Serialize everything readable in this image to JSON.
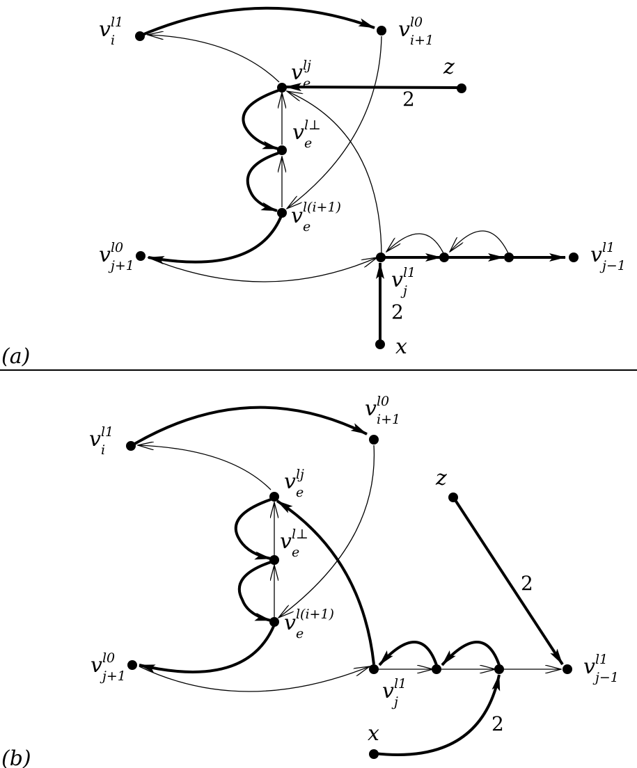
{
  "panels": {
    "a": {
      "tag": "(a)",
      "nodes": {
        "vi": {
          "base": "v",
          "sup": "l1",
          "sub": "i"
        },
        "vi1": {
          "base": "v",
          "sup": "l0",
          "sub": "i+1"
        },
        "vej": {
          "base": "v",
          "sup": "lj",
          "sub": "e"
        },
        "z": {
          "base": "z"
        },
        "veperp": {
          "base": "v",
          "sup": "l⊥",
          "sub": "e"
        },
        "vei1": {
          "base": "v",
          "sup": "l(i+1)",
          "sub": "e"
        },
        "vj1": {
          "base": "v",
          "sup": "l0",
          "sub": "j+1"
        },
        "vj": {
          "base": "v",
          "sup": "l1",
          "sub": "j"
        },
        "vjm1": {
          "base": "v",
          "sup": "l1",
          "sub": "j−1"
        },
        "x": {
          "base": "x"
        }
      },
      "weights": {
        "z_edge": "2",
        "x_edge": "2"
      }
    },
    "b": {
      "tag": "(b)",
      "nodes": {
        "vi": {
          "base": "v",
          "sup": "l1",
          "sub": "i"
        },
        "vi1": {
          "base": "v",
          "sup": "l0",
          "sub": "i+1"
        },
        "vej": {
          "base": "v",
          "sup": "lj",
          "sub": "e"
        },
        "z": {
          "base": "z"
        },
        "veperp": {
          "base": "v",
          "sup": "l⊥",
          "sub": "e"
        },
        "vei1": {
          "base": "v",
          "sup": "l(i+1)",
          "sub": "e"
        },
        "vj1": {
          "base": "v",
          "sup": "l0",
          "sub": "j+1"
        },
        "vj": {
          "base": "v",
          "sup": "l1",
          "sub": "j"
        },
        "vjm1": {
          "base": "v",
          "sup": "l1",
          "sub": "j−1"
        },
        "x": {
          "base": "x"
        }
      },
      "weights": {
        "z_edge": "2",
        "x_edge": "2"
      }
    }
  }
}
